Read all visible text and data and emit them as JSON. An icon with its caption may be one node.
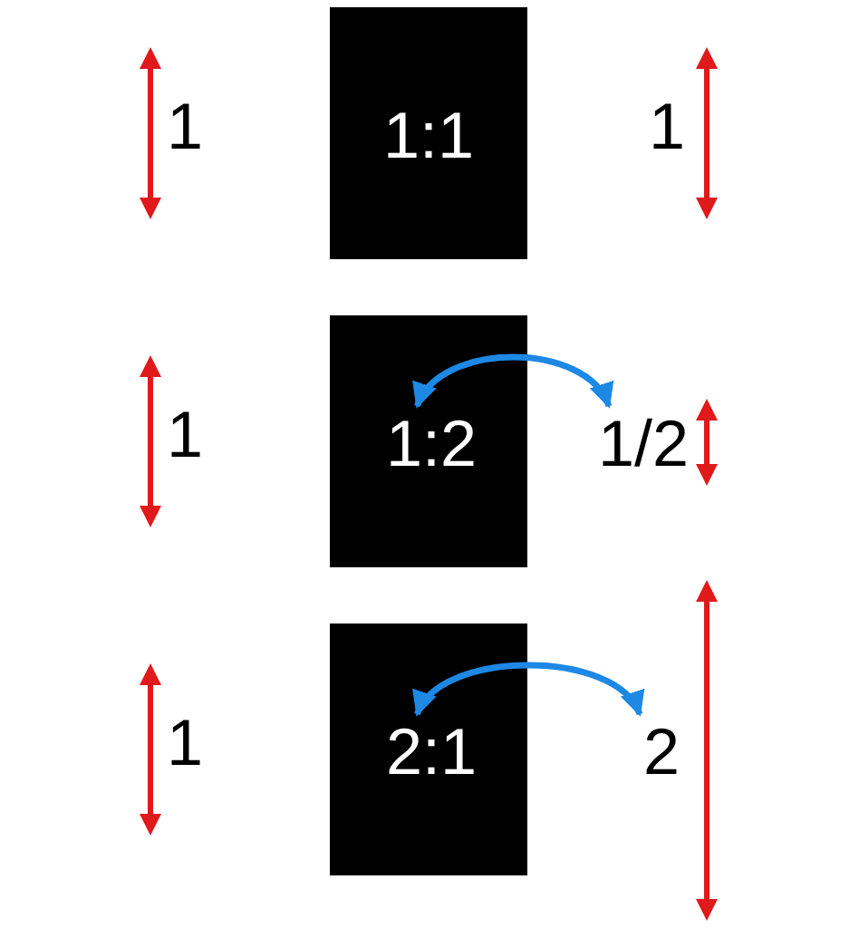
{
  "diagram": {
    "nodes": [
      {
        "text": [],
        "shape": "box"
      },
      {
        "text": [
          "1:1"
        ],
        "in": 0
      },
      {
        "text": [],
        "shape": "box"
      },
      {
        "text": [
          "1:2"
        ],
        "in": 2
      },
      {
        "text": [
          "1/2"
        ]
      },
      {
        "text": [],
        "shape": "box"
      },
      {
        "text": [
          "2:1"
        ],
        "in": 5
      },
      {
        "text": [
          "2"
        ]
      }
    ],
    "edges": [
      {
        "from": 3,
        "to": 4,
        "arrow": "both",
        "color": "#1e88e5"
      },
      {
        "from": 6,
        "to": 7,
        "arrow": "both",
        "color": "#1e88e5"
      }
    ],
    "labels": [
      "1",
      "1",
      "1",
      "1"
    ]
  }
}
